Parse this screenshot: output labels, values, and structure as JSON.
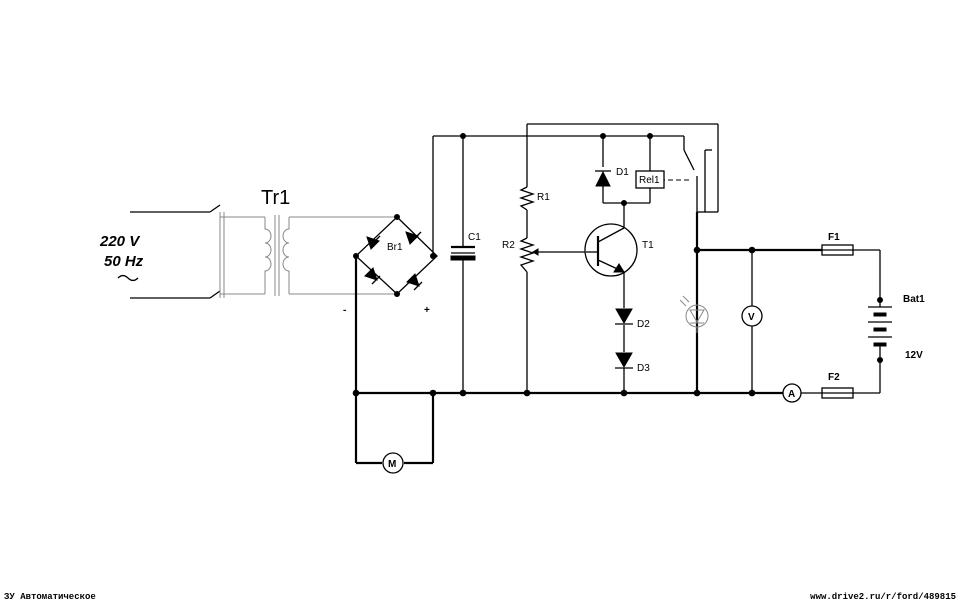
{
  "diagram": {
    "transformer": "Tr1",
    "mains_voltage": "220 V",
    "mains_freq": "50 Hz",
    "bridge": "Br1",
    "bridge_minus": "-",
    "bridge_plus": "+",
    "capacitor": "C1",
    "resistor1": "R1",
    "resistor2": "R2",
    "diode1": "D1",
    "diode2": "D2",
    "diode3": "D3",
    "relay": "Rel1",
    "transistor": "T1",
    "fuse1": "F1",
    "fuse2": "F2",
    "battery": "Bat1",
    "battery_voltage": "12V",
    "voltmeter": "V",
    "ammeter": "A",
    "motor": "M"
  },
  "footer": {
    "left": "ЗУ Автоматическое",
    "right": "www.drive2.ru/r/ford/489815"
  }
}
